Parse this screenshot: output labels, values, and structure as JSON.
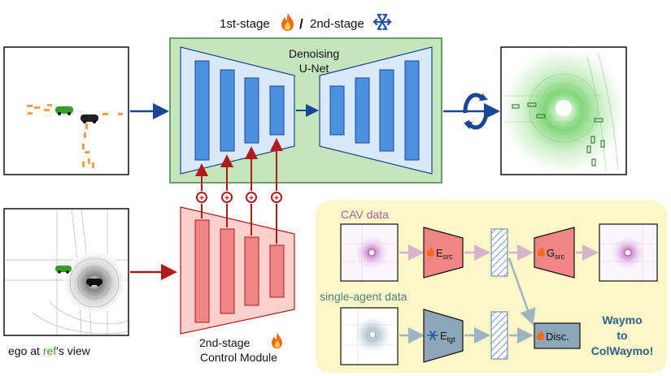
{
  "header": {
    "first_stage": "1st-stage",
    "slash": "/",
    "second_stage": "2nd-stage"
  },
  "unet": {
    "title_line1": "Denoising",
    "title_line2": "U-Net"
  },
  "control": {
    "label_line1": "2nd-stage",
    "label_line2": "Control Module"
  },
  "input_caption": {
    "prefix": "ego at ",
    "ref": "ref",
    "suffix": "'s view"
  },
  "domain_adapt": {
    "cav_label": "CAV data",
    "single_label": "single-agent data",
    "e_src": {
      "main": "E",
      "sub": "src"
    },
    "g_src": {
      "main": "G",
      "sub": "src"
    },
    "e_tgt": {
      "main": "E",
      "sub": "tgt"
    },
    "disc": "Disc.",
    "waymo_line1": "Waymo",
    "waymo_line2": "to",
    "waymo_line3": "ColWaymo!"
  },
  "plus_symbol": "+",
  "icons": {
    "trainable": "flame-icon",
    "frozen": "snowflake-icon",
    "cycle": "cycle-arrows-icon"
  },
  "colors": {
    "unet_bg": "#c5e6bd",
    "unet_border": "#3f8a3a",
    "block_blue": "#4d90e0",
    "trapezoid_blue": "#d9e9fb",
    "control_red": "#f08585",
    "control_bg": "#fbd0cd",
    "arrow_blue": "#1a4696",
    "arrow_red": "#b01c1c",
    "panel_yellow": "#fbf7c7",
    "cav_purple": "#a263a8",
    "single_teal": "#4f7d82",
    "waymo_blue": "#2e5f8c",
    "ref_green": "#3b9a2a",
    "flame": "#f26a1b",
    "snow": "#2553a8"
  }
}
